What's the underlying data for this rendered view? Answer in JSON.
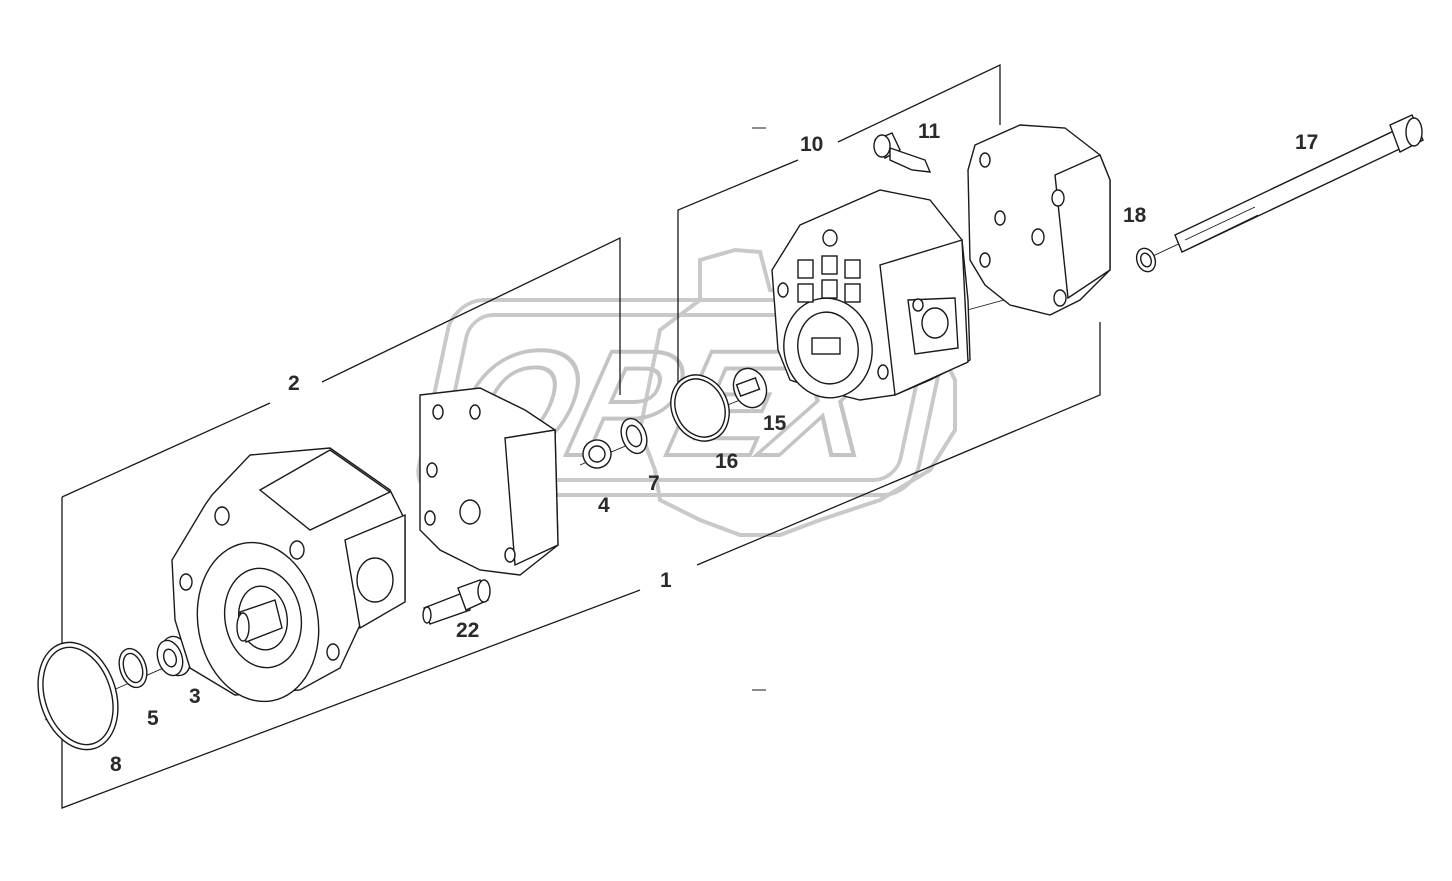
{
  "diagram": {
    "watermark_text": "OPEX",
    "labels": {
      "l1": "1",
      "l2": "2",
      "l3": "3",
      "l4": "4",
      "l5": "5",
      "l7": "7",
      "l8": "8",
      "l10": "10",
      "l11": "11",
      "l15": "15",
      "l16": "16",
      "l17": "17",
      "l18": "18",
      "l22": "22"
    }
  }
}
